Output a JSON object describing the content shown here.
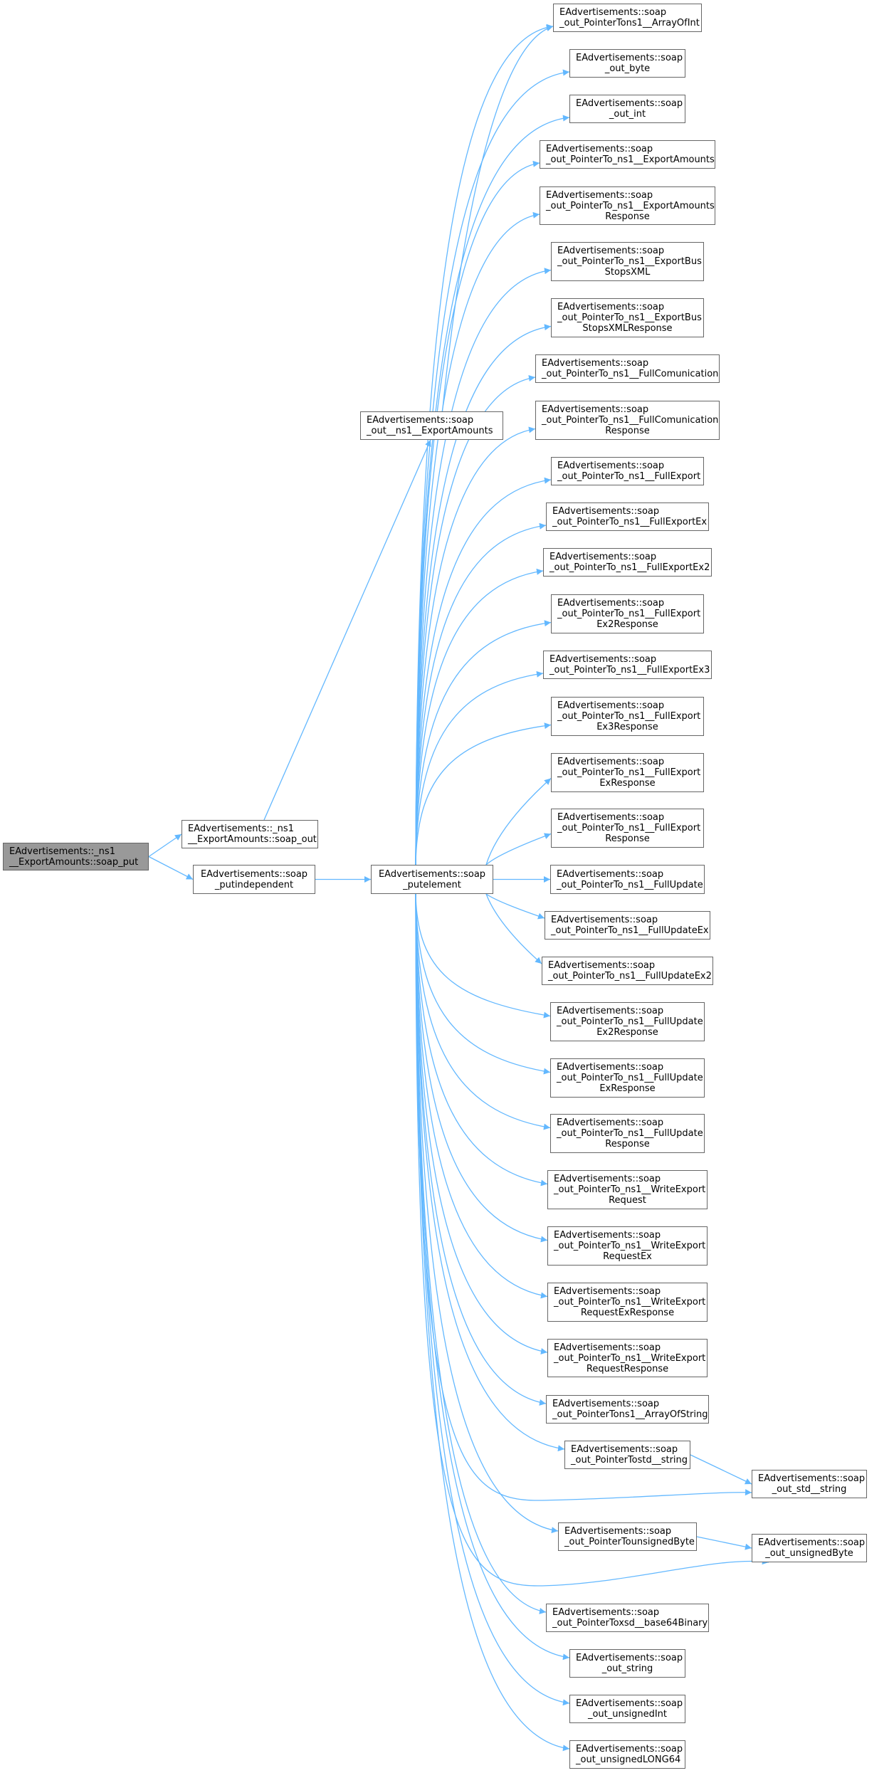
{
  "diagram": {
    "type": "call-graph",
    "edge_color": "#63b8ff",
    "node_border_color": "#666666",
    "root_fill_color": "#999999",
    "nodes": [
      {
        "id": "root",
        "lines": [
          "EAdvertisements::_ns1",
          "__ExportAmounts::soap_put"
        ],
        "root": true
      },
      {
        "id": "ns1_soap_out",
        "lines": [
          "EAdvertisements::_ns1",
          "__ExportAmounts::soap_out"
        ]
      },
      {
        "id": "putindependent",
        "lines": [
          "EAdvertisements::soap",
          "_putindependent"
        ]
      },
      {
        "id": "out_ns1_ExportAmounts",
        "lines": [
          "EAdvertisements::soap",
          "_out__ns1__ExportAmounts"
        ]
      },
      {
        "id": "putelement",
        "lines": [
          "EAdvertisements::soap",
          "_putelement"
        ]
      },
      {
        "id": "ArrayOfInt",
        "lines": [
          "EAdvertisements::soap",
          "_out_PointerTons1__ArrayOfInt"
        ]
      },
      {
        "id": "byte",
        "lines": [
          "EAdvertisements::soap",
          "_out_byte"
        ]
      },
      {
        "id": "int",
        "lines": [
          "EAdvertisements::soap",
          "_out_int"
        ]
      },
      {
        "id": "P_ExportAmounts",
        "lines": [
          "EAdvertisements::soap",
          "_out_PointerTo_ns1__ExportAmounts"
        ]
      },
      {
        "id": "P_ExportAmountsResponse",
        "lines": [
          "EAdvertisements::soap",
          "_out_PointerTo_ns1__ExportAmounts",
          "Response"
        ]
      },
      {
        "id": "P_ExportBusStopsXML",
        "lines": [
          "EAdvertisements::soap",
          "_out_PointerTo_ns1__ExportBus",
          "StopsXML"
        ]
      },
      {
        "id": "P_ExportBusStopsXMLResponse",
        "lines": [
          "EAdvertisements::soap",
          "_out_PointerTo_ns1__ExportBus",
          "StopsXMLResponse"
        ]
      },
      {
        "id": "P_FullComunication",
        "lines": [
          "EAdvertisements::soap",
          "_out_PointerTo_ns1__FullComunication"
        ]
      },
      {
        "id": "P_FullComunicationResponse",
        "lines": [
          "EAdvertisements::soap",
          "_out_PointerTo_ns1__FullComunication",
          "Response"
        ]
      },
      {
        "id": "P_FullExport",
        "lines": [
          "EAdvertisements::soap",
          "_out_PointerTo_ns1__FullExport"
        ]
      },
      {
        "id": "P_FullExportEx",
        "lines": [
          "EAdvertisements::soap",
          "_out_PointerTo_ns1__FullExportEx"
        ]
      },
      {
        "id": "P_FullExportEx2",
        "lines": [
          "EAdvertisements::soap",
          "_out_PointerTo_ns1__FullExportEx2"
        ]
      },
      {
        "id": "P_FullExportEx2Response",
        "lines": [
          "EAdvertisements::soap",
          "_out_PointerTo_ns1__FullExport",
          "Ex2Response"
        ]
      },
      {
        "id": "P_FullExportEx3",
        "lines": [
          "EAdvertisements::soap",
          "_out_PointerTo_ns1__FullExportEx3"
        ]
      },
      {
        "id": "P_FullExportEx3Response",
        "lines": [
          "EAdvertisements::soap",
          "_out_PointerTo_ns1__FullExport",
          "Ex3Response"
        ]
      },
      {
        "id": "P_FullExportExResponse",
        "lines": [
          "EAdvertisements::soap",
          "_out_PointerTo_ns1__FullExport",
          "ExResponse"
        ]
      },
      {
        "id": "P_FullExportResponse",
        "lines": [
          "EAdvertisements::soap",
          "_out_PointerTo_ns1__FullExport",
          "Response"
        ]
      },
      {
        "id": "P_FullUpdate",
        "lines": [
          "EAdvertisements::soap",
          "_out_PointerTo_ns1__FullUpdate"
        ]
      },
      {
        "id": "P_FullUpdateEx",
        "lines": [
          "EAdvertisements::soap",
          "_out_PointerTo_ns1__FullUpdateEx"
        ]
      },
      {
        "id": "P_FullUpdateEx2",
        "lines": [
          "EAdvertisements::soap",
          "_out_PointerTo_ns1__FullUpdateEx2"
        ]
      },
      {
        "id": "P_FullUpdateEx2Response",
        "lines": [
          "EAdvertisements::soap",
          "_out_PointerTo_ns1__FullUpdate",
          "Ex2Response"
        ]
      },
      {
        "id": "P_FullUpdateExResponse",
        "lines": [
          "EAdvertisements::soap",
          "_out_PointerTo_ns1__FullUpdate",
          "ExResponse"
        ]
      },
      {
        "id": "P_FullUpdateResponse",
        "lines": [
          "EAdvertisements::soap",
          "_out_PointerTo_ns1__FullUpdate",
          "Response"
        ]
      },
      {
        "id": "P_WriteExportRequest",
        "lines": [
          "EAdvertisements::soap",
          "_out_PointerTo_ns1__WriteExport",
          "Request"
        ]
      },
      {
        "id": "P_WriteExportRequestEx",
        "lines": [
          "EAdvertisements::soap",
          "_out_PointerTo_ns1__WriteExport",
          "RequestEx"
        ]
      },
      {
        "id": "P_WriteExportRequestExResponse",
        "lines": [
          "EAdvertisements::soap",
          "_out_PointerTo_ns1__WriteExport",
          "RequestExResponse"
        ]
      },
      {
        "id": "P_WriteExportRequestResponse",
        "lines": [
          "EAdvertisements::soap",
          "_out_PointerTo_ns1__WriteExport",
          "RequestResponse"
        ]
      },
      {
        "id": "ArrayOfString",
        "lines": [
          "EAdvertisements::soap",
          "_out_PointerTons1__ArrayOfString"
        ]
      },
      {
        "id": "P_std_string",
        "lines": [
          "EAdvertisements::soap",
          "_out_PointerTostd__string"
        ]
      },
      {
        "id": "std_string",
        "lines": [
          "EAdvertisements::soap",
          "_out_std__string"
        ]
      },
      {
        "id": "P_unsignedByte",
        "lines": [
          "EAdvertisements::soap",
          "_out_PointerTounsignedByte"
        ]
      },
      {
        "id": "unsignedByte",
        "lines": [
          "EAdvertisements::soap",
          "_out_unsignedByte"
        ]
      },
      {
        "id": "P_base64Binary",
        "lines": [
          "EAdvertisements::soap",
          "_out_PointerToxsd__base64Binary"
        ]
      },
      {
        "id": "string",
        "lines": [
          "EAdvertisements::soap",
          "_out_string"
        ]
      },
      {
        "id": "unsignedInt",
        "lines": [
          "EAdvertisements::soap",
          "_out_unsignedInt"
        ]
      },
      {
        "id": "unsignedLONG64",
        "lines": [
          "EAdvertisements::soap",
          "_out_unsignedLONG64"
        ]
      }
    ],
    "edges": [
      [
        "root",
        "ns1_soap_out"
      ],
      [
        "root",
        "putindependent"
      ],
      [
        "ns1_soap_out",
        "out_ns1_ExportAmounts"
      ],
      [
        "putindependent",
        "putelement"
      ],
      [
        "out_ns1_ExportAmounts",
        "ArrayOfInt"
      ],
      [
        "putelement",
        "ArrayOfInt"
      ],
      [
        "putelement",
        "byte"
      ],
      [
        "putelement",
        "int"
      ],
      [
        "putelement",
        "P_ExportAmounts"
      ],
      [
        "putelement",
        "P_ExportAmountsResponse"
      ],
      [
        "putelement",
        "P_ExportBusStopsXML"
      ],
      [
        "putelement",
        "P_ExportBusStopsXMLResponse"
      ],
      [
        "putelement",
        "P_FullComunication"
      ],
      [
        "putelement",
        "P_FullComunicationResponse"
      ],
      [
        "putelement",
        "P_FullExport"
      ],
      [
        "putelement",
        "P_FullExportEx"
      ],
      [
        "putelement",
        "P_FullExportEx2"
      ],
      [
        "putelement",
        "P_FullExportEx2Response"
      ],
      [
        "putelement",
        "P_FullExportEx3"
      ],
      [
        "putelement",
        "P_FullExportEx3Response"
      ],
      [
        "putelement",
        "P_FullExportExResponse"
      ],
      [
        "putelement",
        "P_FullExportResponse"
      ],
      [
        "putelement",
        "P_FullUpdate"
      ],
      [
        "putelement",
        "P_FullUpdateEx"
      ],
      [
        "putelement",
        "P_FullUpdateEx2"
      ],
      [
        "putelement",
        "P_FullUpdateEx2Response"
      ],
      [
        "putelement",
        "P_FullUpdateExResponse"
      ],
      [
        "putelement",
        "P_FullUpdateResponse"
      ],
      [
        "putelement",
        "P_WriteExportRequest"
      ],
      [
        "putelement",
        "P_WriteExportRequestEx"
      ],
      [
        "putelement",
        "P_WriteExportRequestExResponse"
      ],
      [
        "putelement",
        "P_WriteExportRequestResponse"
      ],
      [
        "putelement",
        "ArrayOfString"
      ],
      [
        "putelement",
        "P_std_string"
      ],
      [
        "putelement",
        "std_string"
      ],
      [
        "putelement",
        "P_unsignedByte"
      ],
      [
        "putelement",
        "unsignedByte"
      ],
      [
        "putelement",
        "P_base64Binary"
      ],
      [
        "putelement",
        "string"
      ],
      [
        "putelement",
        "unsignedInt"
      ],
      [
        "putelement",
        "unsignedLONG64"
      ],
      [
        "P_std_string",
        "std_string"
      ],
      [
        "P_unsignedByte",
        "unsignedByte"
      ]
    ]
  }
}
